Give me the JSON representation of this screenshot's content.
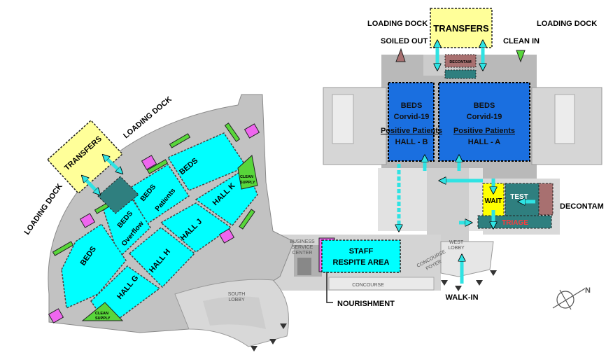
{
  "labels": {
    "loading_dock_top_left": "LOADING DOCK",
    "loading_dock_top_right": "LOADING DOCK",
    "transfers_top": "TRANSFERS",
    "soiled_out": "SOILED OUT",
    "clean_in": "CLEAN IN",
    "decontam_small": "DECONTAM",
    "beds_b": [
      "BEDS",
      "Corvid-19",
      "Positive Patients",
      "HALL - B"
    ],
    "beds_a": [
      "BEDS",
      "Corvid-19",
      "Positive Patients",
      "HALL - A"
    ],
    "wait": "WAIT",
    "test": "TEST",
    "triage": "TRIAGE",
    "decontam_right": "DECONTAM",
    "staff_respite": [
      "STAFF",
      "RESPITE AREA"
    ],
    "business_center": [
      "BUSINESS",
      "SERVICE",
      "CENTER"
    ],
    "concourse_foyer": [
      "CONCOURSE",
      "FOYER"
    ],
    "west_lobby": [
      "WEST",
      "LOBBY"
    ],
    "concourse": "CONCOURSE",
    "walk_in": "WALK-IN",
    "nourishment": "NOURISHMENT",
    "south_lobby": [
      "SOUTH",
      "LOBBY"
    ],
    "transfers_left": "TRANSFERS",
    "loading_dock_left_upper": "LOADING DOCK",
    "loading_dock_left_lower": "LOADING DOCK",
    "beds_upper": "BEDS",
    "beds_patients": [
      "BEDS",
      "Patients"
    ],
    "beds_overflow": [
      "BEDS",
      "Overflow"
    ],
    "beds_lower": "BEDS",
    "hall_k": "HALL K",
    "hall_j": "HALL J",
    "hall_h": "HALL H",
    "hall_g": "HALL G",
    "clean_supply": [
      "CLEAN",
      "SUPPLY"
    ],
    "compass_letter": "N"
  },
  "colors": {
    "beds_blue": "#1a6fe0",
    "hall_cyan": "#00ffff",
    "transfers_yellow": "#ffff99",
    "staff_cyan": "#00ffff",
    "nourishment_magenta": "#ee66ee",
    "teal_dark": "#2f7f7f",
    "decontam_brown": "#a87070",
    "triage_red_text": "#ff3b3b",
    "green_supply": "#58d63a",
    "wait_yellow": "#ffff00",
    "building_gray": "#b9b9b9",
    "floor_light": "#e2e2e2"
  }
}
